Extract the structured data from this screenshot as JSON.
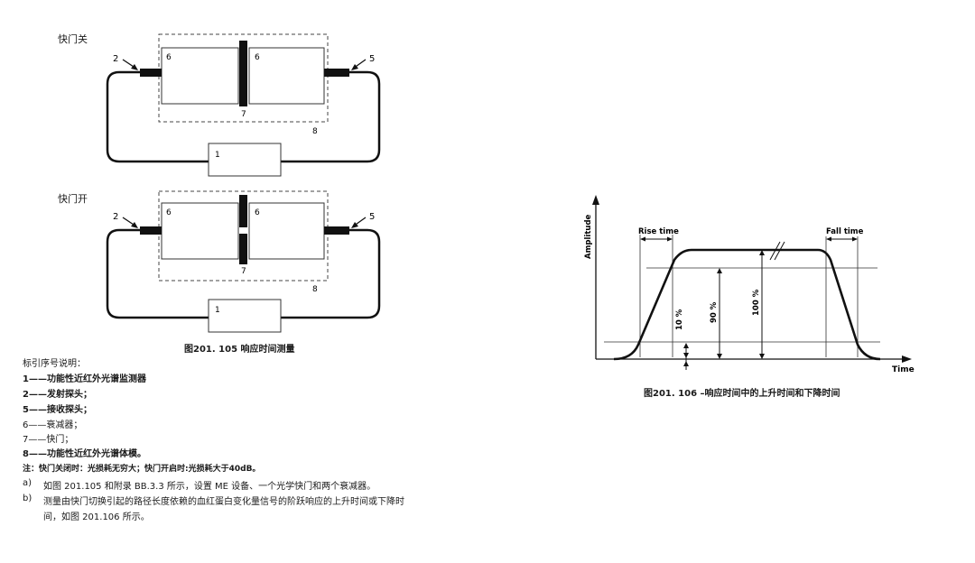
{
  "fig105": {
    "state_closed": "快门关",
    "state_open": "快门开",
    "callouts": {
      "n1": "1",
      "n2": "2",
      "n5": "5",
      "n6": "6",
      "n7": "7",
      "n8": "8"
    },
    "caption": "图201. 105  响应时间测量"
  },
  "legend": {
    "heading": "标引序号说明：",
    "items": [
      "1——功能性近红外光谱监测器",
      "2——发射探头；",
      "5——接收探头；",
      "6——衰减器；",
      "7——快门；",
      "8——功能性近红外光谱体模。"
    ],
    "note": "注：快门关闭时：光损耗无穷大；快门开启时:光损耗大于40dB。"
  },
  "steps": [
    {
      "label": "a)",
      "text": "如图 201.105 和附录 BB.3.3 所示，设置 ME 设备、一个光学快门和两个衰减器。"
    },
    {
      "label": "b)",
      "text": "测量由快门切换引起的路径长度依赖的血红蛋白变化量信号的阶跃响应的上升时间或下降时"
    },
    {
      "label": "",
      "text": "间，如图 201.106 所示。"
    }
  ],
  "fig106": {
    "ylabel": "Amplitude",
    "xlabel": "Time",
    "rise_label": "Rise time",
    "fall_label": "Fall time",
    "pct10": "10 %",
    "pct90": "90 %",
    "pct100": "100 %",
    "caption": "图201. 106 –响应时间中的上升时间和下降时间"
  }
}
